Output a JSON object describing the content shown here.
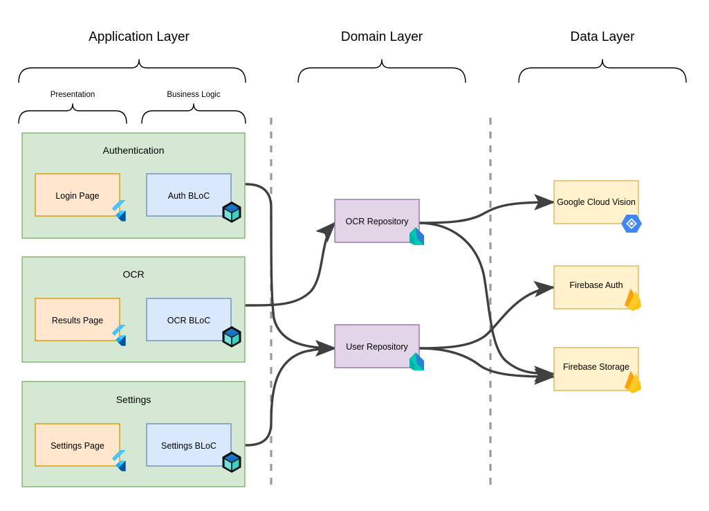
{
  "diagram": {
    "title_layers": [
      {
        "id": "application",
        "label": "Application Layer"
      },
      {
        "id": "domain",
        "label": "Domain Layer"
      },
      {
        "id": "data",
        "label": "Data Layer"
      }
    ],
    "sublayers": [
      {
        "id": "presentation",
        "label": "Presentation"
      },
      {
        "id": "business-logic",
        "label": "Business Logic"
      }
    ],
    "feature_groups": [
      {
        "id": "authentication",
        "label": "Authentication",
        "presentation": {
          "label": "Login Page",
          "icon": "flutter-icon"
        },
        "business_logic": {
          "label": "Auth BLoC",
          "icon": "bloc-cube-icon"
        }
      },
      {
        "id": "ocr",
        "label": "OCR",
        "presentation": {
          "label": "Results Page",
          "icon": "flutter-icon"
        },
        "business_logic": {
          "label": "OCR BLoC",
          "icon": "bloc-cube-icon"
        }
      },
      {
        "id": "settings",
        "label": "Settings",
        "presentation": {
          "label": "Settings Page",
          "icon": "flutter-icon"
        },
        "business_logic": {
          "label": "Settings BLoC",
          "icon": "bloc-cube-icon"
        }
      }
    ],
    "repositories": [
      {
        "id": "ocr-repository",
        "label": "OCR Repository",
        "icon": "dart-icon"
      },
      {
        "id": "user-repository",
        "label": "User Repository",
        "icon": "dart-icon"
      }
    ],
    "data_services": [
      {
        "id": "google-cloud-vision",
        "label": "Google Cloud Vision",
        "icon": "google-cloud-icon"
      },
      {
        "id": "firebase-auth",
        "label": "Firebase Auth",
        "icon": "firebase-icon"
      },
      {
        "id": "firebase-storage",
        "label": "Firebase Storage",
        "icon": "firebase-icon"
      }
    ],
    "colors": {
      "group_fill": "#d5e8d4",
      "group_stroke": "#82b366",
      "presentation_fill": "#ffe6cc",
      "presentation_stroke": "#d79b00",
      "business_fill": "#dae8fc",
      "business_stroke": "#6c8ebf",
      "repository_fill": "#e1d5e7",
      "repository_stroke": "#9673a6",
      "data_fill": "#fff2cc",
      "data_stroke": "#d6b656",
      "edge": "#404040",
      "divider": "#9a9a9a",
      "background": "#ffffff"
    }
  }
}
